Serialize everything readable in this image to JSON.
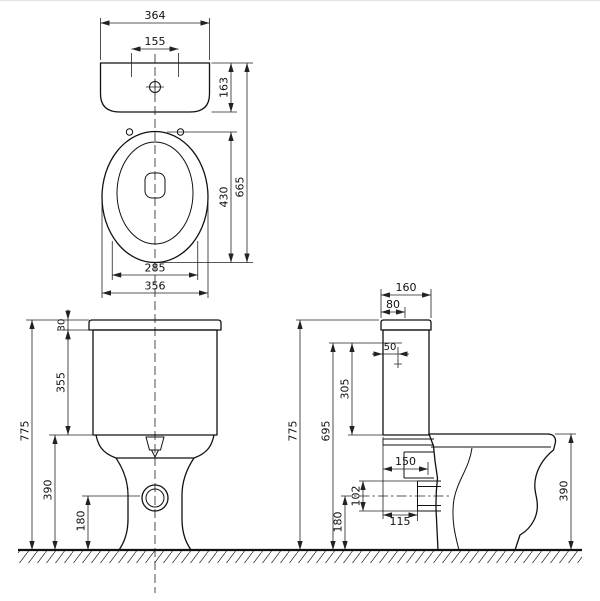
{
  "drawing": {
    "top_view": {
      "d364": "364",
      "d155": "155",
      "d163": "163",
      "d430": "430",
      "d665": "665",
      "d285": "285",
      "d356": "356"
    },
    "front_view": {
      "d30": "30",
      "d355": "355",
      "d775": "775",
      "d390": "390",
      "d180": "180"
    },
    "side_view": {
      "d160": "160",
      "d80": "80",
      "d50": "50",
      "d305": "305",
      "d695": "695",
      "d775": "775",
      "d150": "150",
      "d102": "102",
      "d115": "115",
      "d180": "180",
      "d390": "390"
    }
  }
}
